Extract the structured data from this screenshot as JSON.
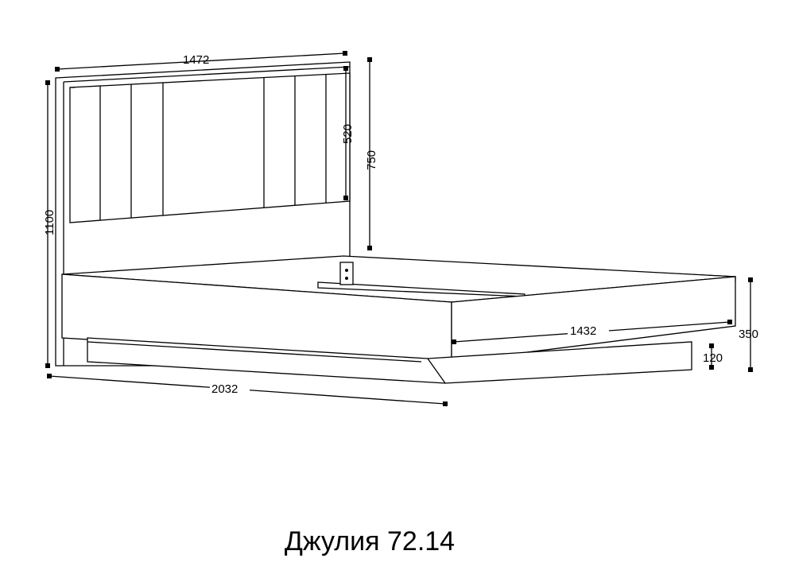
{
  "dimensions": {
    "headboard_width": "1472",
    "overall_height": "1100",
    "panel_height": "520",
    "headboard_above_frame": "750",
    "frame_height": "350",
    "base_height": "120",
    "inner_width": "1432",
    "overall_length": "2032"
  },
  "title": "Джулия 72.14"
}
